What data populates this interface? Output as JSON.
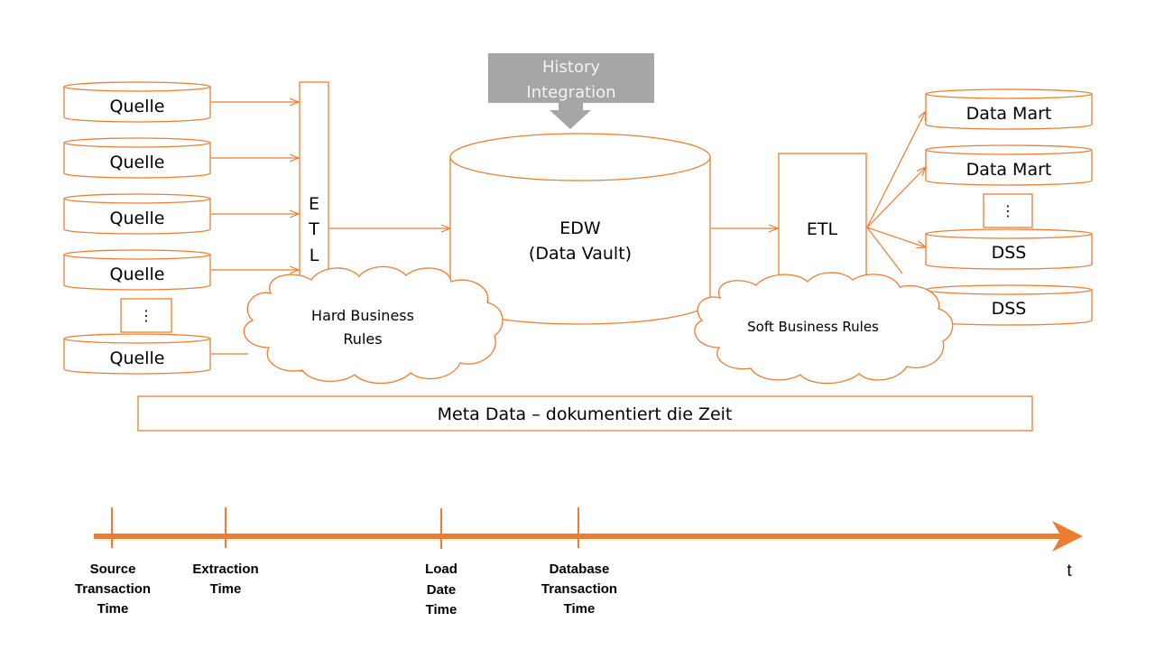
{
  "colors": {
    "accent": "#ed7d31",
    "history_fill": "#a6a6a6",
    "history_text": "#f2f2f2",
    "text": "#000000",
    "background": "#ffffff"
  },
  "sources": {
    "items": [
      "Quelle",
      "Quelle",
      "Quelle",
      "Quelle",
      "Quelle"
    ],
    "ellipsis": "⋮"
  },
  "etl_left": {
    "letters": [
      "E",
      "T",
      "L"
    ]
  },
  "history": {
    "line1": "History",
    "line2": "Integration"
  },
  "edw": {
    "line1": "EDW",
    "line2": "(Data Vault)"
  },
  "hard_rules": {
    "line1": "Hard Business",
    "line2": "Rules"
  },
  "etl_right": {
    "label": "ETL"
  },
  "soft_rules": {
    "label": "Soft Business Rules"
  },
  "targets": {
    "items": [
      "Data Mart",
      "Data Mart",
      "DSS",
      "DSS"
    ],
    "ellipsis": "⋮"
  },
  "metadata": {
    "label": "Meta Data – dokumentiert die Zeit"
  },
  "timeline": {
    "axis_label": "t",
    "ticks": [
      {
        "lines": [
          "Source",
          "Transaction",
          "Time"
        ]
      },
      {
        "lines": [
          "Extraction",
          "Time"
        ]
      },
      {
        "lines": [
          "Load",
          "Date",
          "Time"
        ]
      },
      {
        "lines": [
          "Database",
          "Transaction",
          "Time"
        ]
      }
    ]
  }
}
